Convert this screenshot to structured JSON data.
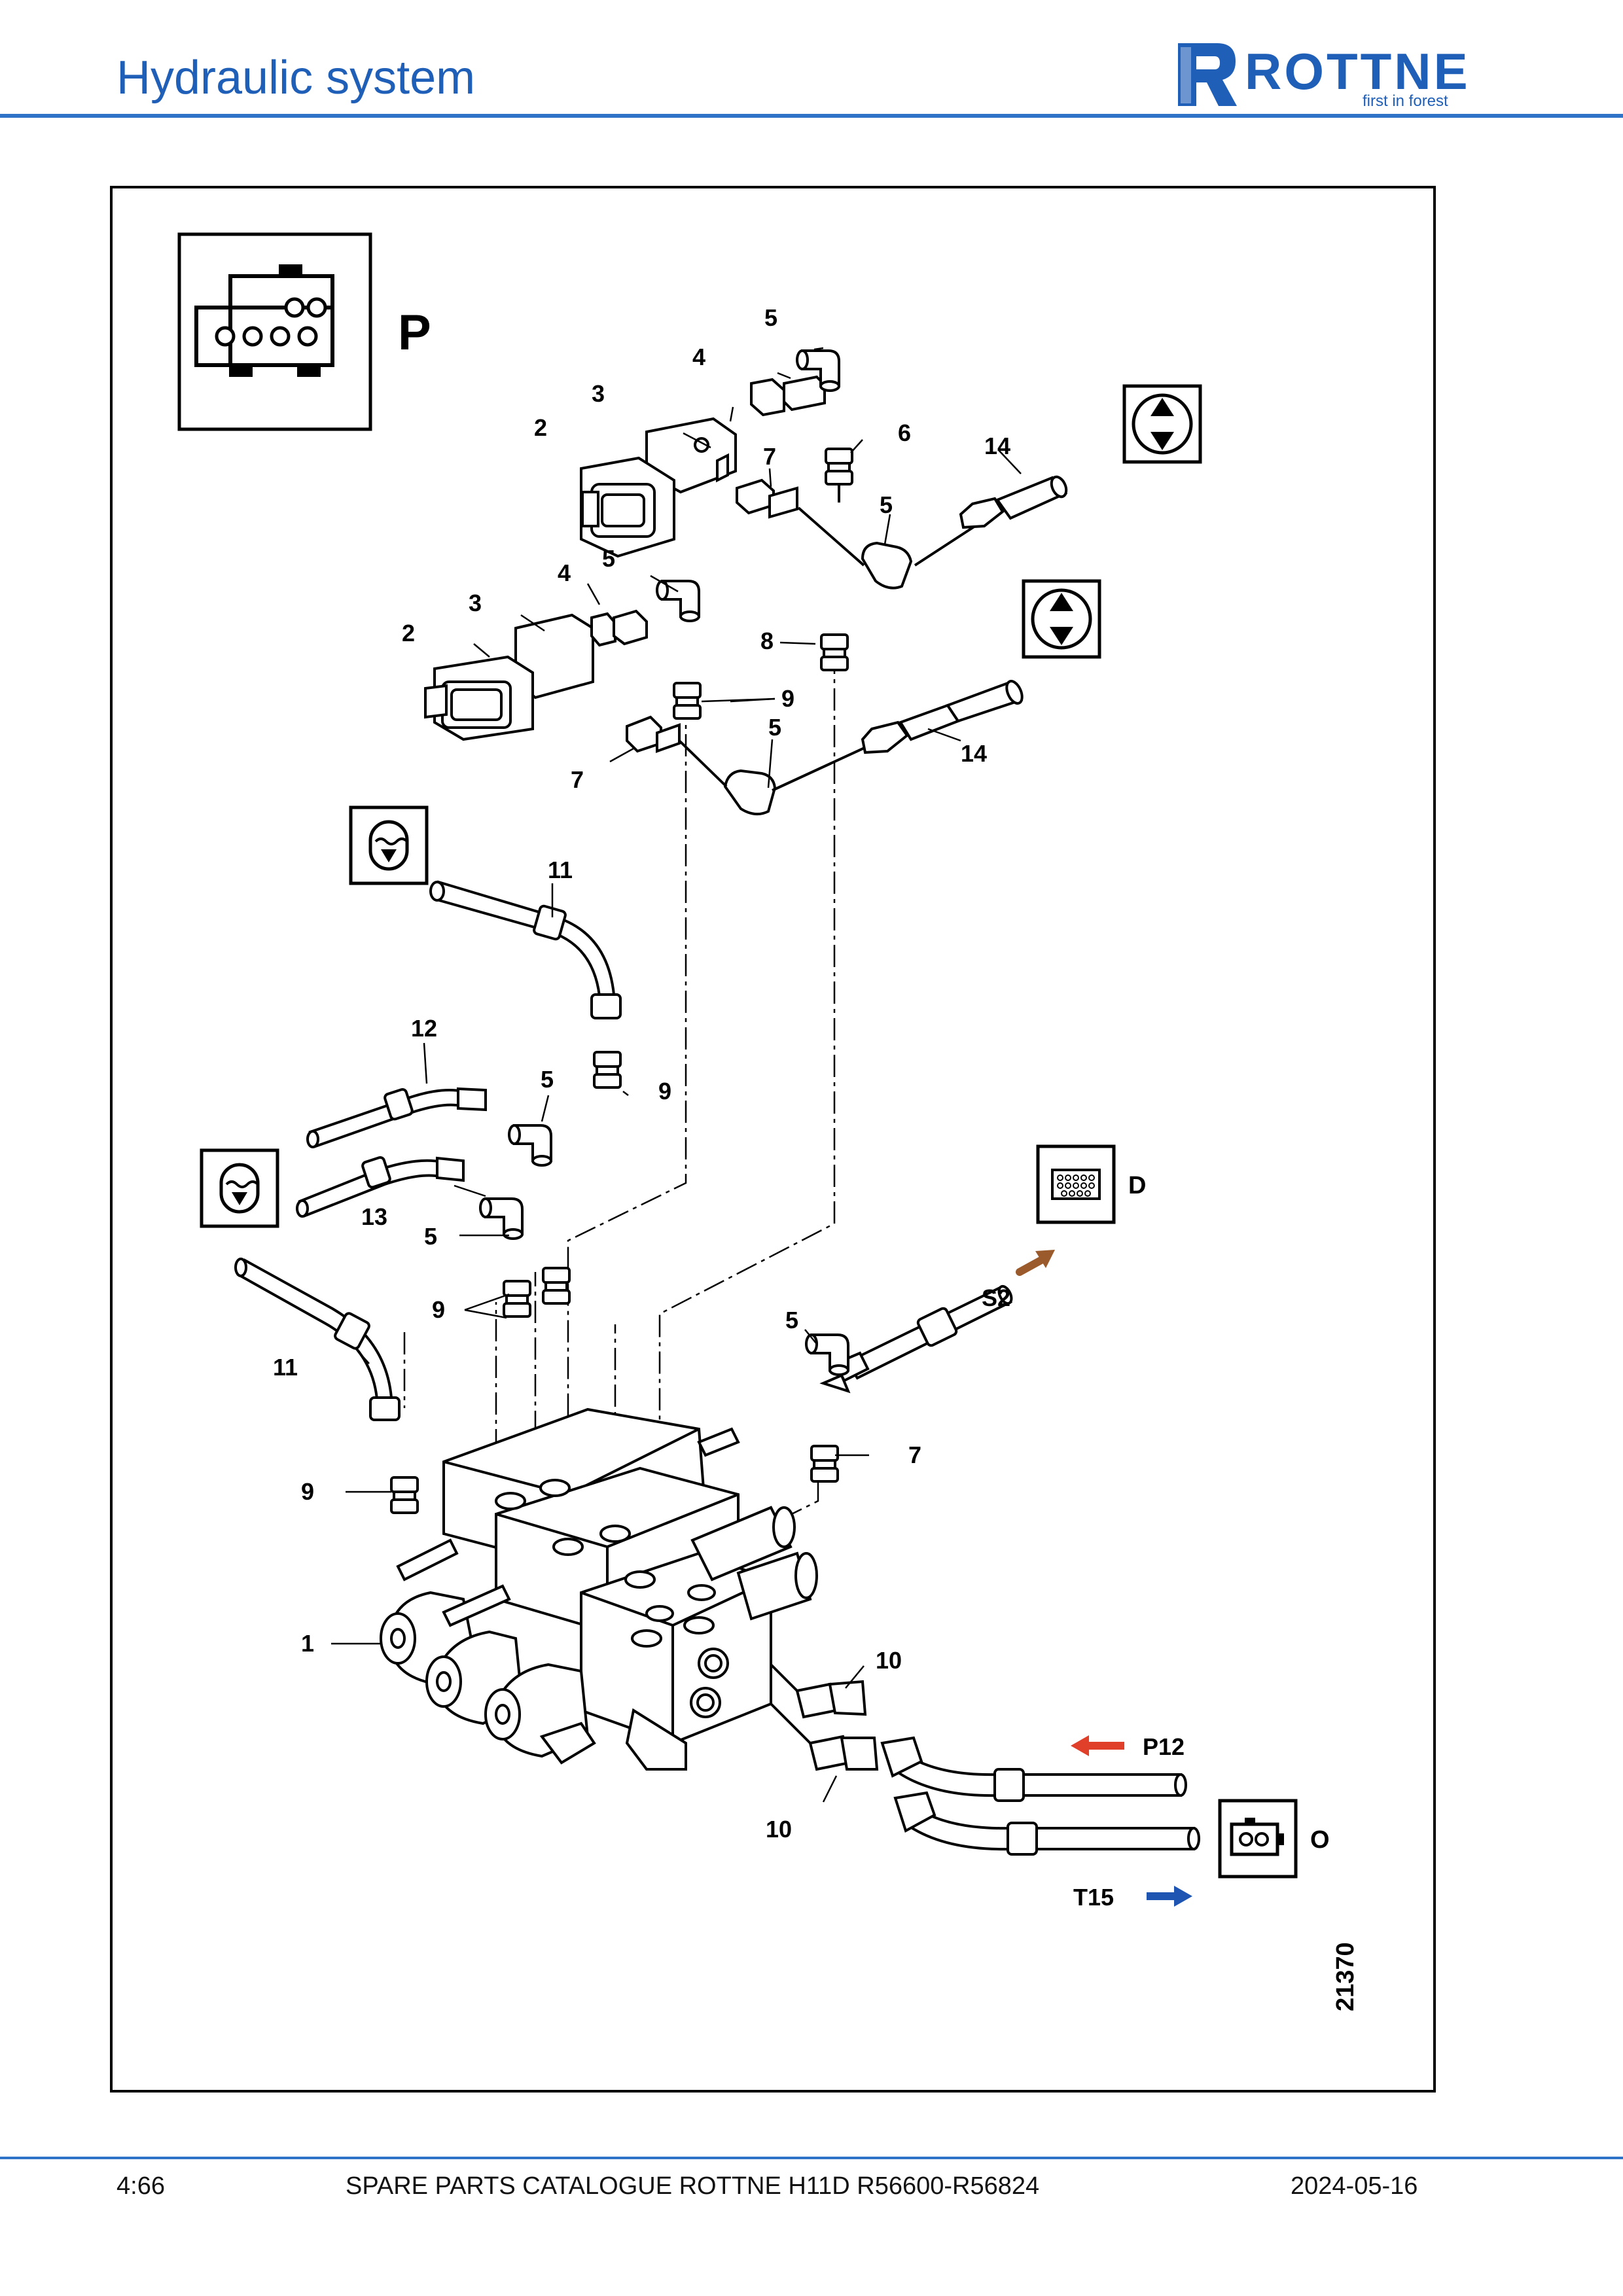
{
  "header": {
    "title": "Hydraulic system",
    "logo_text": "ROTTNE",
    "logo_tagline": "first in forest",
    "brand_color": "#1f5fb8"
  },
  "diagram": {
    "drawing_number": "21370",
    "connector_labels": [
      "P",
      "D",
      "O"
    ],
    "port_labels": {
      "p12": "P12",
      "t15": "T15",
      "s2": "S2"
    },
    "port_colors": {
      "p12": "#e0402a",
      "t15": "#1e55b3",
      "s2": "#9a5a2b"
    },
    "callouts": {
      "c5a": "5",
      "c4a": "4",
      "c3a": "3",
      "c2a": "2",
      "c6": "6",
      "c14a": "14",
      "c7a": "7",
      "c5b": "5",
      "c5c": "5",
      "c4b": "4",
      "c3b": "3",
      "c2b": "2",
      "c8": "8",
      "c9a": "9",
      "c5d": "5",
      "c14b": "14",
      "c7b": "7",
      "c11a": "11",
      "c12": "12",
      "c5e": "5",
      "c9b": "9",
      "c13": "13",
      "c5f": "5",
      "c9c": "9",
      "c11b": "11",
      "c9d": "9",
      "c5g": "5",
      "c7c": "7",
      "c1": "1",
      "c10a": "10",
      "c10b": "10"
    }
  },
  "footer": {
    "page": "4:66",
    "catalogue": "SPARE PARTS CATALOGUE ROTTNE H11D R56600-R56824",
    "date": "2024-05-16"
  }
}
